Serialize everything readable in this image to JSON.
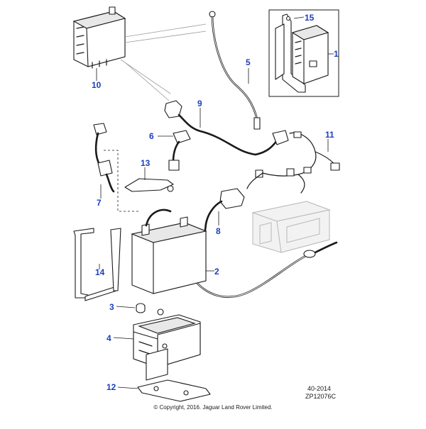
{
  "callouts": {
    "c1": "1",
    "c2": "2",
    "c3": "3",
    "c4": "4",
    "c5": "5",
    "c6": "6",
    "c7": "7",
    "c8": "8",
    "c9": "9",
    "c10": "10",
    "c11": "11",
    "c12": "12",
    "c13": "13",
    "c14": "14",
    "c15": "15"
  },
  "footer": {
    "date_code": "40-2014",
    "illustration_code": "ZP12076C",
    "copyright": "© Copyright, 2016. Jaguar Land Rover Limited."
  },
  "colors": {
    "callout": "#1a3fbf",
    "line": "#1a1a1a",
    "ghost": "#b8b8b8"
  }
}
